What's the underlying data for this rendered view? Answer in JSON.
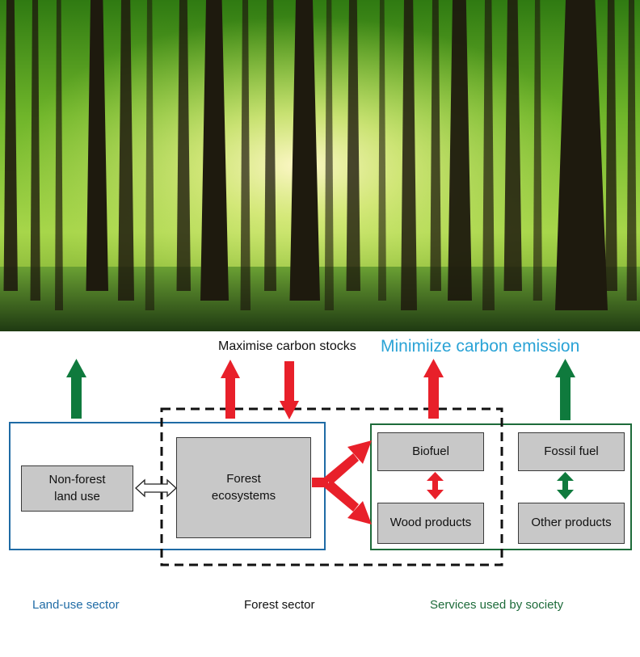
{
  "title_stocks": "Maximise carbon stocks",
  "title_emission": "Minimiize carbon emission",
  "boxes": {
    "non_forest": "Non-forest\nland use",
    "forest_ecosystems": "Forest\necosystems",
    "biofuel": "Biofuel",
    "wood_products": "Wood products",
    "fossil_fuel": "Fossil fuel",
    "other_products": "Other products"
  },
  "sectors": {
    "land_use": "Land-use sector",
    "forest": "Forest sector",
    "services": "Services used by society"
  },
  "colors": {
    "red_arrow": "#e8202a",
    "green_arrow": "#0f7a3d",
    "land_use_blue": "#1f6ba5",
    "services_green": "#1d6b3a",
    "emission_blue": "#2aa3d6",
    "box_fill": "#c8c8c8"
  }
}
